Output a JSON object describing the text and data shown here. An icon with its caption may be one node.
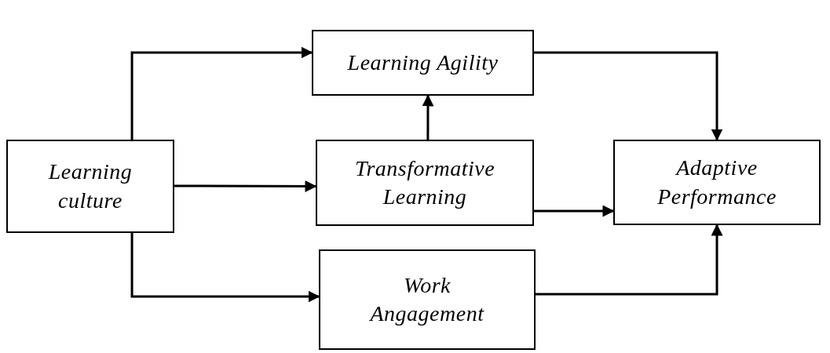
{
  "diagram": {
    "nodes": [
      {
        "text": [
          "Learning culture"
        ]
      },
      {
        "text": [
          "Learning Agility"
        ]
      },
      {
        "text": [
          "Transformative Learning"
        ]
      },
      {
        "text": [
          "Adaptive Performance"
        ]
      },
      {
        "text": [
          "Work Angagement"
        ]
      }
    ],
    "edges": [
      {
        "from": 0,
        "to": 1,
        "arrow": "to"
      },
      {
        "from": 2,
        "to": 1,
        "arrow": "to"
      },
      {
        "from": 1,
        "to": 3,
        "arrow": "to"
      },
      {
        "from": 0,
        "to": 2,
        "arrow": "to"
      },
      {
        "from": 2,
        "to": 3,
        "arrow": "to"
      },
      {
        "from": 0,
        "to": 4,
        "arrow": "to"
      },
      {
        "from": 4,
        "to": 3,
        "arrow": "to"
      }
    ]
  }
}
